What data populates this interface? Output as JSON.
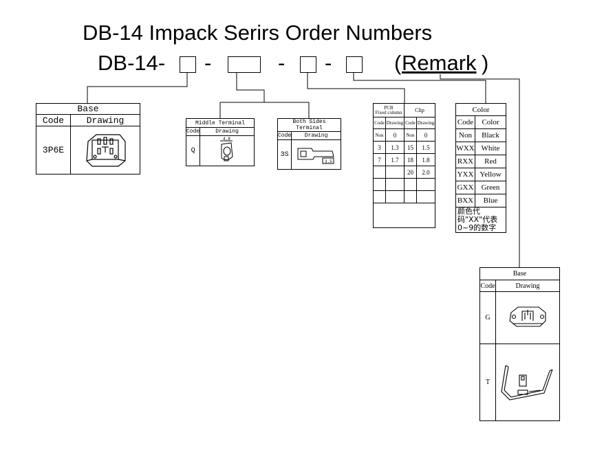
{
  "title": "DB-14 Impack Serirs Order Numbers",
  "order_line": {
    "prefix": "DB-14-",
    "dash1": "-",
    "dash2": "-",
    "dash3": "-",
    "open_paren": "(",
    "remark": "Remark",
    "close_paren": ")"
  },
  "base_table": {
    "title": "Base",
    "col_code": "Code",
    "col_drawing": "Drawing",
    "rows": [
      {
        "code": "3P6E"
      }
    ]
  },
  "middle_terminal": {
    "title": "Middle Terminal",
    "col_code": "Code",
    "col_drawing": "Drawing",
    "code": "Q",
    "dim": "4.8"
  },
  "both_sides_terminal": {
    "title": "Both Sides Terminal",
    "col_code": "Code",
    "col_drawing": "Drawing",
    "code": "3S",
    "dim": "3.5"
  },
  "pcb_clip": {
    "pcb_title_line1": "PCB",
    "pcb_title_line2": "Fixed column",
    "clip_title": "Clip",
    "headers": [
      "Code",
      "Drawing",
      "Code",
      "Drawing"
    ],
    "rows": [
      [
        "Non",
        "0",
        "Non",
        "0"
      ],
      [
        "3",
        "1.3",
        "15",
        "1.5"
      ],
      [
        "7",
        "1.7",
        "18",
        "1.8"
      ],
      [
        "",
        "",
        "20",
        "2.0"
      ],
      [
        "",
        "",
        "",
        ""
      ],
      [
        "",
        "",
        "",
        ""
      ]
    ]
  },
  "color_table": {
    "title": "Color",
    "col_code": "Code",
    "col_color": "Color",
    "rows": [
      [
        "Non",
        "Black"
      ],
      [
        "WXX",
        "White"
      ],
      [
        "RXX",
        "Red"
      ],
      [
        "YXX",
        "Yellow"
      ],
      [
        "GXX",
        "Green"
      ],
      [
        "BXX",
        "Blue"
      ]
    ],
    "note": "颜色代码\"XX\"代表0~9的数字"
  },
  "remark_base_table": {
    "title": "Base",
    "col_code": "Code",
    "col_drawing": "Drawing",
    "rows": [
      {
        "code": "G"
      },
      {
        "code": "T"
      }
    ]
  }
}
